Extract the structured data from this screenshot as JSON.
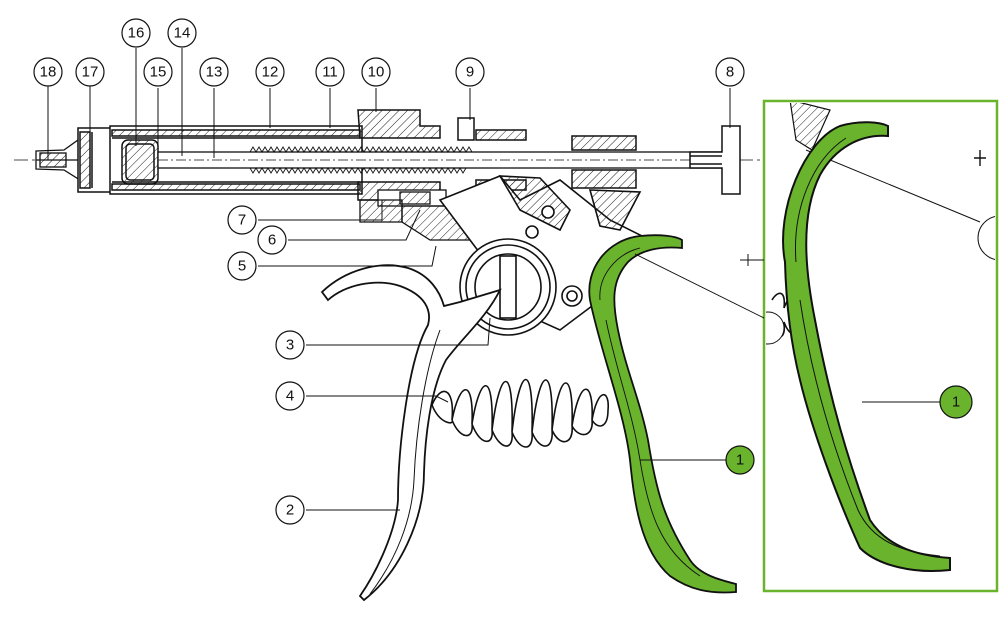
{
  "diagram": {
    "highlight_color": "#6ab42d",
    "line_color": "#111111",
    "callouts": [
      {
        "id": "c18",
        "label": "18"
      },
      {
        "id": "c17",
        "label": "17"
      },
      {
        "id": "c16",
        "label": "16"
      },
      {
        "id": "c15",
        "label": "15"
      },
      {
        "id": "c14",
        "label": "14"
      },
      {
        "id": "c13",
        "label": "13"
      },
      {
        "id": "c12",
        "label": "12"
      },
      {
        "id": "c11",
        "label": "11"
      },
      {
        "id": "c10",
        "label": "10"
      },
      {
        "id": "c9",
        "label": "9"
      },
      {
        "id": "c8",
        "label": "8"
      },
      {
        "id": "c7",
        "label": "7"
      },
      {
        "id": "c6",
        "label": "6"
      },
      {
        "id": "c5",
        "label": "5"
      },
      {
        "id": "c3",
        "label": "3"
      },
      {
        "id": "c4",
        "label": "4"
      },
      {
        "id": "c2",
        "label": "2"
      },
      {
        "id": "c1",
        "label": "1"
      },
      {
        "id": "c1-detail",
        "label": "1"
      }
    ]
  }
}
